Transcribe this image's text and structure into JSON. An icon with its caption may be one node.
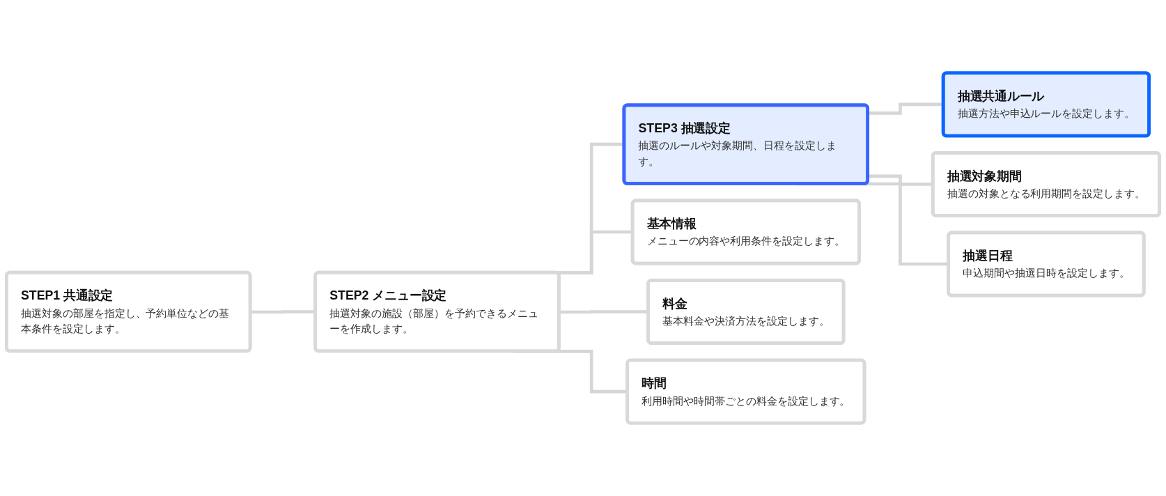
{
  "diagram": {
    "nodes": [
      {
        "text": [
          "STEP1 共通設定",
          "抽選対象の部屋を指定し、予約単位などの基本条件を設定します。"
        ]
      },
      {
        "text": [
          "STEP2 メニュー設定",
          "抽選対象の施設（部屋）を予約できるメニューを作成します。"
        ]
      },
      {
        "text": [
          "STEP3 抽選設定",
          "抽選のルールや対象期間、日程を設定します。"
        ]
      },
      {
        "text": [
          "基本情報",
          "メニューの内容や利用条件を設定します。"
        ]
      },
      {
        "text": [
          "料金",
          "基本料金や決済方法を設定します。"
        ]
      },
      {
        "text": [
          "時間",
          "利用時間や時間帯ごとの料金を設定します。"
        ]
      },
      {
        "text": [
          "抽選共通ルール",
          "抽選方法や申込ルールを設定します。"
        ]
      },
      {
        "text": [
          "抽選対象期間",
          "抽選の対象となる利用期間を設定します。"
        ]
      },
      {
        "text": [
          "抽選日程",
          "申込期間や抽選日時を設定します。"
        ]
      }
    ],
    "edges": [
      {
        "from": 0,
        "to": 1,
        "arrow": "none"
      },
      {
        "from": 1,
        "to": 2,
        "arrow": "none"
      },
      {
        "from": 1,
        "to": 3,
        "arrow": "none"
      },
      {
        "from": 1,
        "to": 4,
        "arrow": "none"
      },
      {
        "from": 1,
        "to": 5,
        "arrow": "none"
      },
      {
        "from": 2,
        "to": 6,
        "arrow": "none"
      },
      {
        "from": 2,
        "to": 7,
        "arrow": "none"
      },
      {
        "from": 2,
        "to": 8,
        "arrow": "none"
      }
    ]
  }
}
